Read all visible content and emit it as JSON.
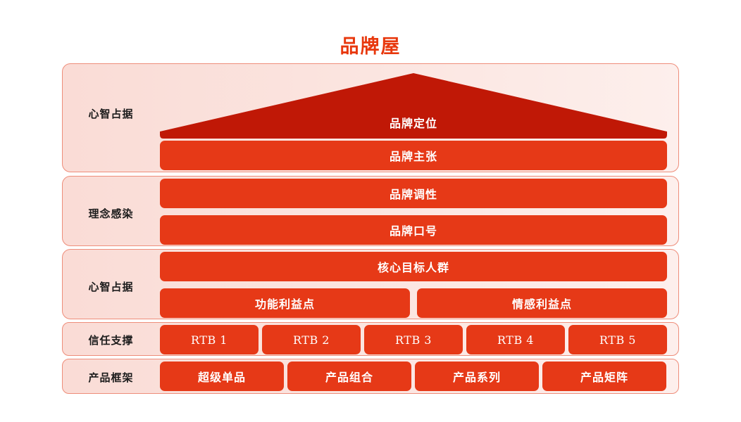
{
  "title": "品牌屋",
  "colors": {
    "title": "#E8380D",
    "bar": "#E63917",
    "roof": "#C01806",
    "panel_left": "#FADCD6",
    "panel_right": "#FDEFEC",
    "panel_border": "#EE8D7A",
    "bar_text": "#FFFFFF",
    "label_text": "#1B1B1B"
  },
  "rows": [
    {
      "label": "心智占据"
    },
    {
      "label": "理念感染"
    },
    {
      "label": "心智占据"
    },
    {
      "label": "信任支撑"
    },
    {
      "label": "产品框架"
    }
  ],
  "roof": {
    "text": "品牌定位"
  },
  "bars": {
    "brand_claim": "品牌主张",
    "brand_tone": "品牌调性",
    "brand_slogan": "品牌口号",
    "core_audience": "核心目标人群",
    "functional_benefit": "功能利益点",
    "emotional_benefit": "情感利益点"
  },
  "rtb": [
    "RTB 1",
    "RTB 2",
    "RTB 3",
    "RTB 4",
    "RTB 5"
  ],
  "products": [
    "超级单品",
    "产品组合",
    "产品系列",
    "产品矩阵"
  ]
}
